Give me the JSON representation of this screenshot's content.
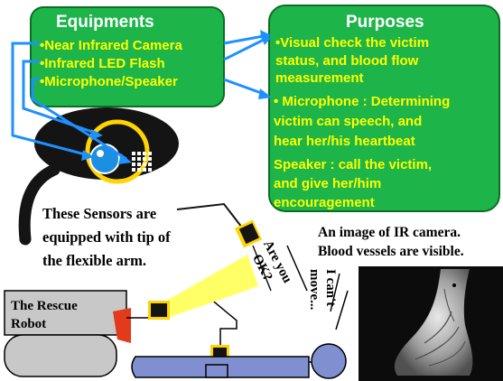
{
  "equipments": {
    "title": "Equipments",
    "items": [
      "•Near Infrared Camera",
      "•Infrared LED Flash",
      "•Microphone/Speaker"
    ]
  },
  "purposes": {
    "title": "Purposes",
    "visual_lines": [
      "•Visual check the victim",
      "status, and blood flow",
      "measurement"
    ],
    "micro_lines": [
      "• Microphone : Determining",
      "victim can speech, and",
      "hear her/his heartbeat"
    ],
    "speaker_lines": [
      "Speaker : call the victim,",
      "and give her/him",
      "encouragement"
    ]
  },
  "sensors_caption": [
    "These Sensors are",
    "equipped with tip of",
    "the flexible arm."
  ],
  "ir_caption": [
    "An image of IR camera.",
    "Blood vessels are visible."
  ],
  "rescue_robot_label": [
    "The Rescue",
    "Robot"
  ],
  "speech_rescuer": [
    "Are you",
    "OK?"
  ],
  "speech_victim": [
    "I can't",
    "move..."
  ],
  "colors": {
    "green_box": "#1db54a",
    "green_border": "#0a6e24",
    "text_white": "#ffffff",
    "text_yellow": "#ffff00",
    "arrow_blue": "#1e90ff",
    "sensor_black": "#141414",
    "ring_yellow": "#ffd400",
    "lens_blue": "#1c8fe0",
    "beam_yellow": "#ffff66",
    "robot_gray": "#c8c8c8",
    "victim_blue": "#7f8fcf"
  }
}
